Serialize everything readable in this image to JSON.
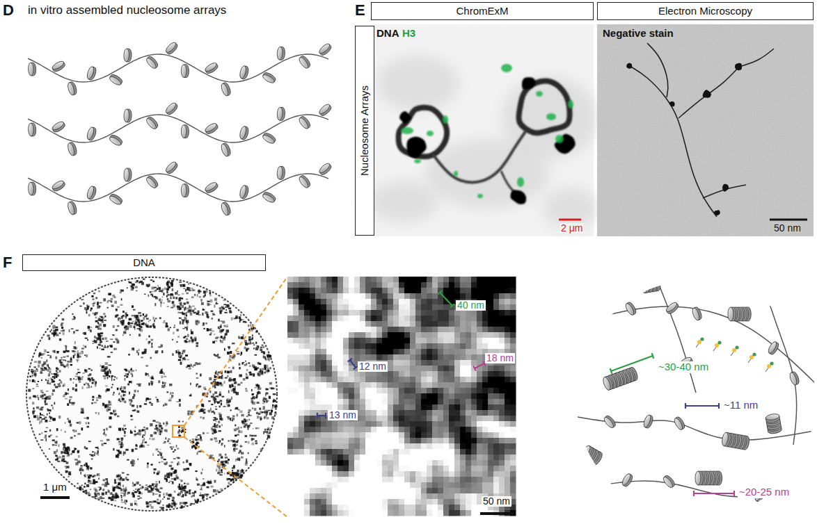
{
  "diagram": {
    "nodes": [
      {
        "text": [
          "ChromExM"
        ]
      },
      {
        "text": [
          "Electron Microscopy"
        ]
      },
      {
        "text": [
          "Nucleosome Arrays"
        ]
      },
      {
        "text": [
          "DNA"
        ]
      }
    ],
    "labels": [
      "D",
      "in vitro assembled nucleosome arrays",
      "E",
      "DNA",
      "H3",
      "2 μm",
      "Negative stain",
      "50 nm",
      "F",
      "1 μm",
      "40 nm",
      "12 nm",
      "13 nm",
      "18 nm",
      "50 nm",
      "~30-40 nm",
      "~11 nm",
      "~20-25 nm"
    ]
  }
}
